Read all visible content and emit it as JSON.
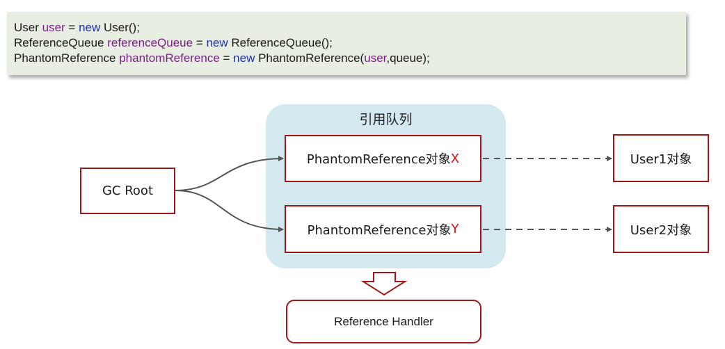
{
  "code": {
    "lines": [
      [
        {
          "t": "User ",
          "k": "type"
        },
        {
          "t": "user",
          "k": "var"
        },
        {
          "t": " = ",
          "k": "plain"
        },
        {
          "t": "new",
          "k": "kw"
        },
        {
          "t": " User();",
          "k": "plain"
        }
      ],
      [
        {
          "t": "ReferenceQueue ",
          "k": "type"
        },
        {
          "t": "referenceQueue",
          "k": "var"
        },
        {
          "t": " = ",
          "k": "plain"
        },
        {
          "t": "new",
          "k": "kw"
        },
        {
          "t": " ReferenceQueue();",
          "k": "plain"
        }
      ],
      [
        {
          "t": "PhantomReference ",
          "k": "type"
        },
        {
          "t": "phantomReference",
          "k": "var"
        },
        {
          "t": " = ",
          "k": "plain"
        },
        {
          "t": "new",
          "k": "kw"
        },
        {
          "t": " PhantomReference(",
          "k": "plain"
        },
        {
          "t": "user",
          "k": "var"
        },
        {
          "t": ",queue);",
          "k": "plain"
        }
      ]
    ]
  },
  "diagram": {
    "queue_label": "引用队列",
    "gc_root": "GC Root",
    "phantom_x": {
      "prefix": "PhantomReference对象",
      "letter": "X"
    },
    "phantom_y": {
      "prefix": "PhantomReference对象",
      "letter": "Y"
    },
    "user1": "User1对象",
    "user2": "User2对象",
    "reference_handler": "Reference Handler"
  },
  "colors": {
    "box_border": "#a31515",
    "letter_red": "#cc1111",
    "queue_fill": "#d4e8f0",
    "code_bg": "#e8eee1",
    "code_keyword": "#1f2fa8",
    "code_variable": "#7a1e8a",
    "connector": "#555555"
  }
}
